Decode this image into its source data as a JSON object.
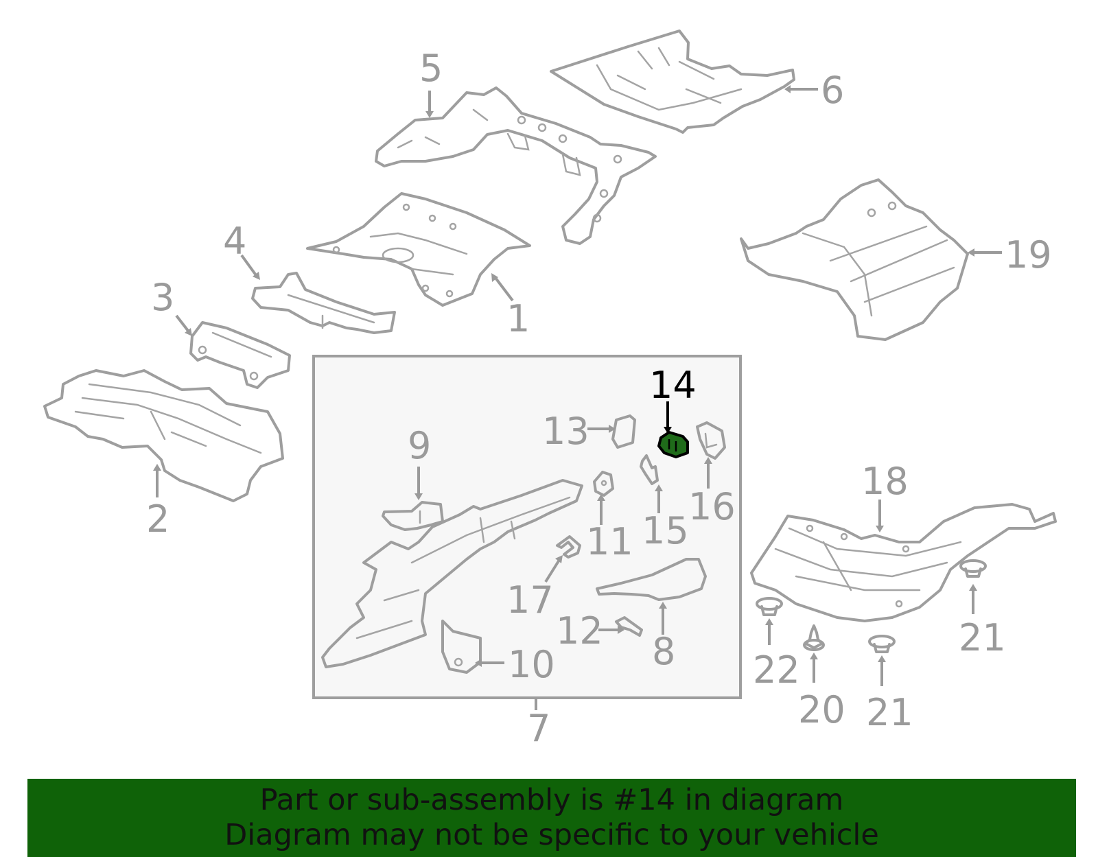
{
  "diagram": {
    "highlighted_part": "14",
    "colors": {
      "part_stroke": "#9e9e9e",
      "label": "#9a9a9a",
      "highlight_fill": "#1f6b1a",
      "highlight_label": "#000000",
      "group_box_fill": "#f7f7f7",
      "banner_bg": "#0f6208"
    },
    "labels": {
      "p1": "1",
      "p2": "2",
      "p3": "3",
      "p4": "4",
      "p5": "5",
      "p6": "6",
      "p7": "7",
      "p8": "8",
      "p9": "9",
      "p10": "10",
      "p11": "11",
      "p12": "12",
      "p13": "13",
      "p14": "14",
      "p15": "15",
      "p16": "16",
      "p17": "17",
      "p18": "18",
      "p19": "19",
      "p20": "20",
      "p21a": "21",
      "p21b": "21",
      "p22": "22"
    }
  },
  "banner": {
    "line1": "Part or sub-assembly is #14 in diagram",
    "line2": "Diagram may not be specific to your vehicle"
  }
}
